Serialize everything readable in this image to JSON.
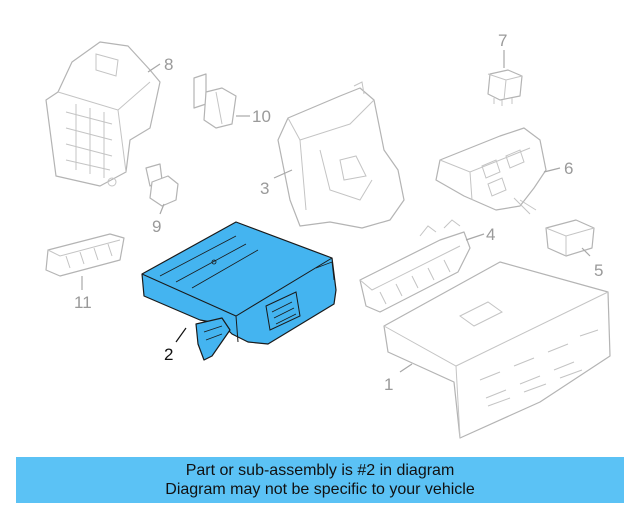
{
  "diagram": {
    "highlighted_part": "2",
    "highlight_color": "#44b4f0",
    "callouts": [
      "1",
      "2",
      "3",
      "4",
      "5",
      "6",
      "7",
      "8",
      "9",
      "10",
      "11"
    ]
  },
  "banner": {
    "background": "#5bc2f5",
    "line1": "Part or sub-assembly is #2 in diagram",
    "line2": "Diagram may not be specific to your vehicle"
  }
}
